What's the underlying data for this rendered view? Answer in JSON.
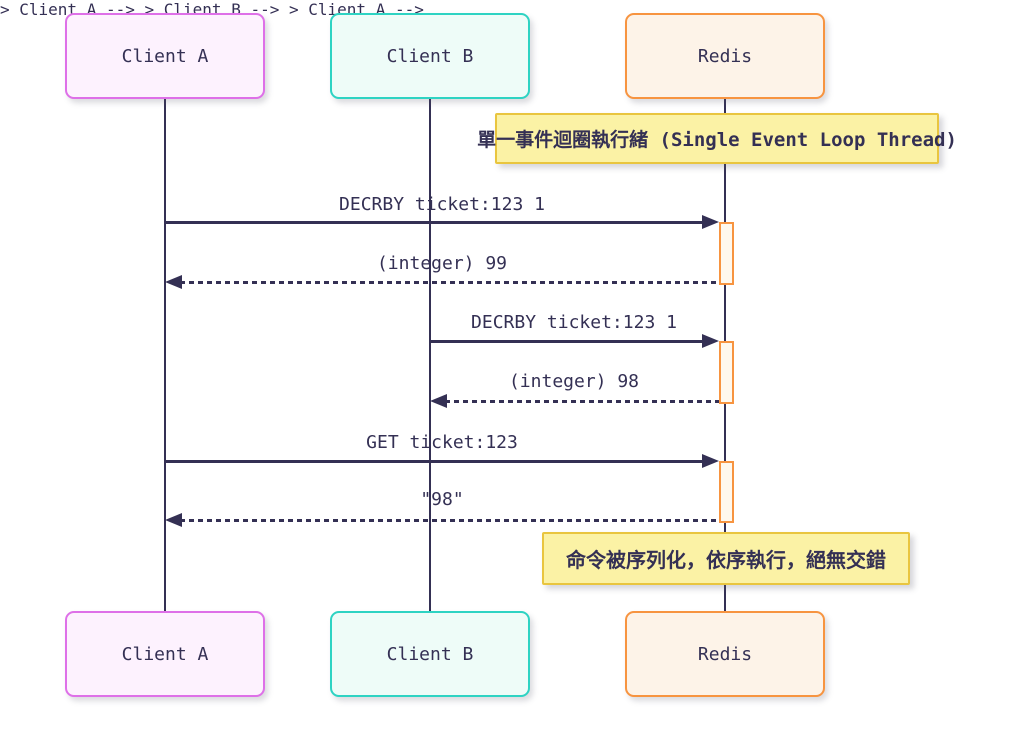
{
  "colors": {
    "background": "#ffffff",
    "ink": "#343054",
    "actor-a-border": "#de70e8",
    "actor-a-fill": "#fdf2fe",
    "actor-b-border": "#2ed3c3",
    "actor-b-fill": "#eefcf8",
    "redis-border": "#f79440",
    "redis-fill": "#fdf3e8",
    "note-border": "#e9c53f",
    "note-fill": "#fbf2a5",
    "activation-fill": "#fef8ee"
  },
  "diagram": {
    "type": "sequence-diagram",
    "actors": [
      {
        "id": "client-a",
        "label": "Client A"
      },
      {
        "id": "client-b",
        "label": "Client B"
      },
      {
        "id": "redis",
        "label": "Redis"
      }
    ],
    "notes": [
      {
        "over": "redis",
        "text": "單一事件迴圈執行緒 (Single Event Loop Thread)"
      },
      {
        "over": "redis",
        "text": "命令被序列化，依序執行，絕無交錯"
      }
    ],
    "messages": [
      {
        "from": "Client A",
        "to": "Redis",
        "style": "solid",
        "label": "DECRBY ticket:123 1"
      },
      {
        "from": "Redis",
        "to": "Client A",
        "style": "dashed",
        "label": "(integer) 99"
      },
      {
        "from": "Client B",
        "to": "Redis",
        "style": "solid",
        "label": "DECRBY ticket:123 1"
      },
      {
        "from": "Redis",
        "to": "Client B",
        "style": "dashed",
        "label": "(integer) 98"
      },
      {
        "from": "Client A",
        "to": "Redis",
        "style": "solid",
        "label": "GET ticket:123"
      },
      {
        "from": "Redis",
        "to": "Client A",
        "style": "dashed",
        "label": "\"98\""
      }
    ]
  }
}
